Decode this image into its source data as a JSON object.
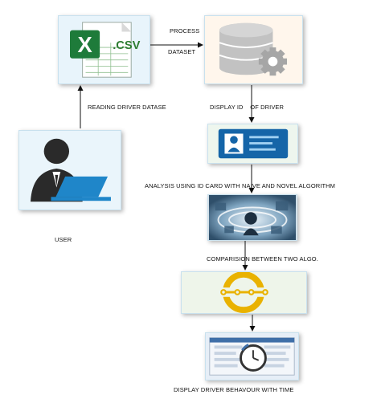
{
  "labels": {
    "process": "PROCESS",
    "dataset": "DATASET",
    "reading": "READING DRIVER DATASE",
    "display_id": "DISPLAY ID    OF DRIVER",
    "user": "USER",
    "analysis": "ANALYSIS USING ID CARD WITH NAIVE AND NOVEL ALGORITHM",
    "comparision": "COMPARISION BETWEEN TWO ALGO.",
    "display_behaviour": "DISPLAY DRIVER BEHAVOUR WITH TIME"
  },
  "icons": {
    "excel_csv_text": ".CSV",
    "excel_letter": "X"
  },
  "colors": {
    "node_bg": "#eaf5ea",
    "node_bg_alt": "#e4f1fb",
    "excel_green": "#2e7d32",
    "database_grey": "#bdbdbd",
    "user_blue": "#1f86c9",
    "user_dark": "#222222",
    "idcard_blue": "#1565a8",
    "algo_gold": "#e9b200",
    "arrow": "#111111"
  }
}
